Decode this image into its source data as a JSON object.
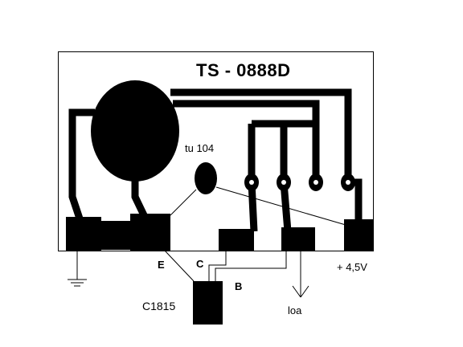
{
  "title": "TS - 0888D",
  "labels": {
    "component": "tu 104",
    "emitter": "E",
    "collector": "C",
    "base": "B",
    "transistor": "C1815",
    "speaker": "loa",
    "supply": "+ 4,5V"
  },
  "colors": {
    "ink": "#000000",
    "background": "#ffffff"
  }
}
